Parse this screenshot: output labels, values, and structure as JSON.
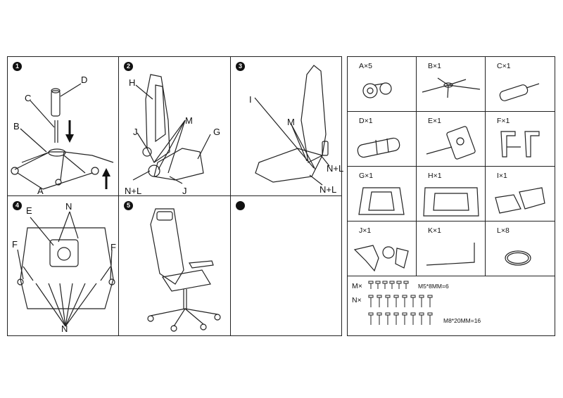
{
  "steps": [
    {
      "number": "1",
      "labels": {
        "d": "D",
        "c": "C",
        "b": "B",
        "a": "A"
      }
    },
    {
      "number": "2",
      "labels": {
        "h": "H",
        "m": "M",
        "j1": "J",
        "g": "G",
        "nl": "N+L",
        "j2": "J"
      }
    },
    {
      "number": "3",
      "labels": {
        "i": "I",
        "m": "M",
        "nl1": "N+L",
        "nl2": "N+L"
      }
    },
    {
      "number": "4",
      "labels": {
        "e": "E",
        "n1": "N",
        "f1": "F",
        "f2": "F",
        "n2": "N"
      }
    },
    {
      "number": "5",
      "labels": {}
    },
    {
      "number": "",
      "labels": {}
    }
  ],
  "parts": [
    {
      "label": "A×5"
    },
    {
      "label": "B×1"
    },
    {
      "label": "C×1"
    },
    {
      "label": "D×1"
    },
    {
      "label": "E×1"
    },
    {
      "label": "F×1"
    },
    {
      "label": "G×1"
    },
    {
      "label": "H×1"
    },
    {
      "label": "I×1"
    },
    {
      "label": "J×1"
    },
    {
      "label": "K×1"
    },
    {
      "label": "L×8"
    }
  ],
  "hardware": {
    "m_label": "M×",
    "m_spec": "M5*8MM=6",
    "n_label": "N×",
    "n_spec": "M8*20MM=16"
  }
}
